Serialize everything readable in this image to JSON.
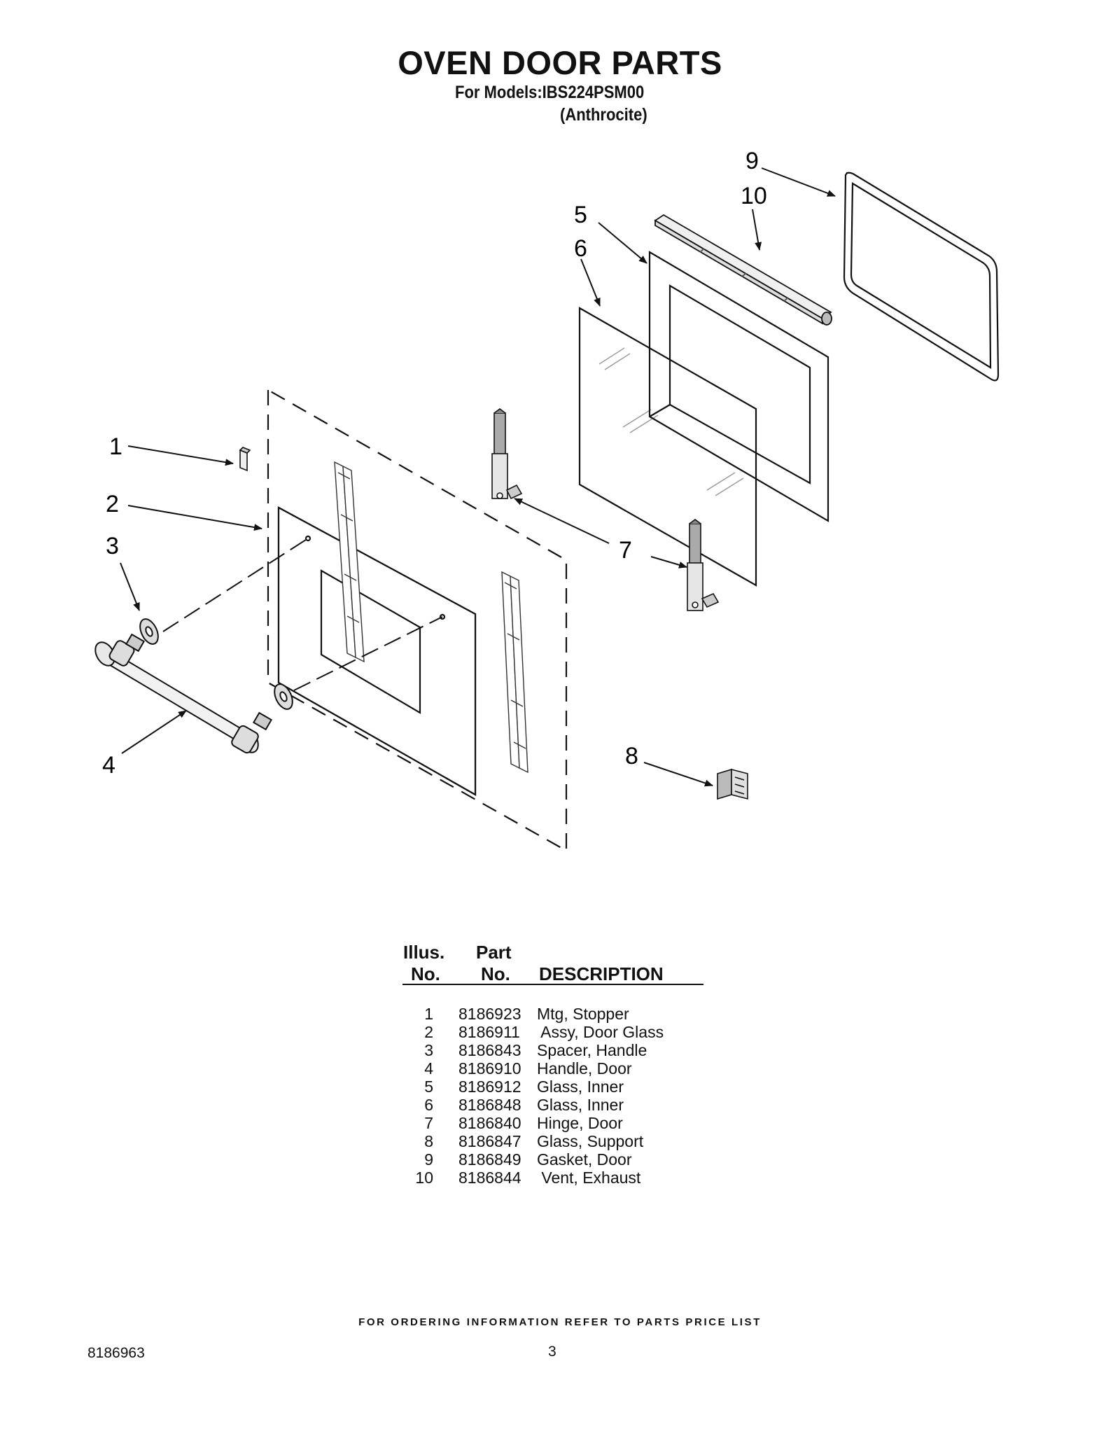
{
  "header": {
    "title": "OVEN DOOR PARTS",
    "models_line": "For Models:IBS224PSM00",
    "color_line": "(Anthrocite)"
  },
  "callouts": [
    "1",
    "2",
    "3",
    "4",
    "5",
    "6",
    "7",
    "8",
    "9",
    "10"
  ],
  "parts_table": {
    "headers": {
      "illus_top": "Illus.",
      "illus_bottom": "No.",
      "part_top": "Part",
      "part_bottom": "No.",
      "description": "DESCRIPTION"
    },
    "rows": [
      {
        "illus": "1",
        "part": "8186923",
        "description": "Mtg, Stopper"
      },
      {
        "illus": "2",
        "part": "8186911",
        "description": " Assy, Door Glass"
      },
      {
        "illus": "3",
        "part": "8186843",
        "description": "Spacer, Handle"
      },
      {
        "illus": "4",
        "part": "8186910",
        "description": "Handle, Door"
      },
      {
        "illus": "5",
        "part": "8186912",
        "description": "Glass, Inner"
      },
      {
        "illus": "6",
        "part": "8186848",
        "description": "Glass, Inner"
      },
      {
        "illus": "7",
        "part": "8186840",
        "description": "Hinge, Door"
      },
      {
        "illus": "8",
        "part": "8186847",
        "description": "Glass, Support"
      },
      {
        "illus": "9",
        "part": "8186849",
        "description": "Gasket, Door"
      },
      {
        "illus": "10",
        "part": "8186844",
        "description": " Vent, Exhaust"
      }
    ]
  },
  "footer": {
    "ordering_note": "FOR ORDERING INFORMATION REFER TO PARTS PRICE LIST",
    "document_number": "8186963",
    "page_number": "3"
  }
}
